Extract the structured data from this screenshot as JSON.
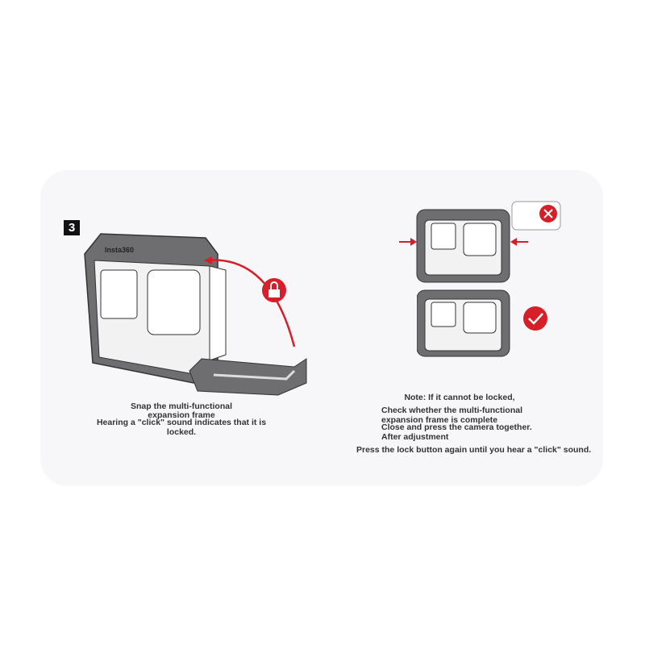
{
  "step_number": "3",
  "brand_label": "Insta360",
  "left_caption": {
    "line1": "Snap the multi-functional",
    "line2": "expansion frame",
    "line3": "Hearing a \"click\" sound indicates that it is",
    "line4": "locked."
  },
  "right_caption": {
    "note": "Note: If it cannot be locked,",
    "line1": "Check whether the multi-functional",
    "line2": "expansion frame is complete",
    "line3": "Close and press the camera together.",
    "line4": "After adjustment",
    "final": "Press the lock button again until you hear a \"click\" sound."
  },
  "icons": [
    "lock-icon",
    "cross-icon",
    "check-icon",
    "arrow-icon"
  ],
  "colors": {
    "accent": "#d5202a",
    "frame": "#6e6e70",
    "card": "#f7f7f9"
  }
}
